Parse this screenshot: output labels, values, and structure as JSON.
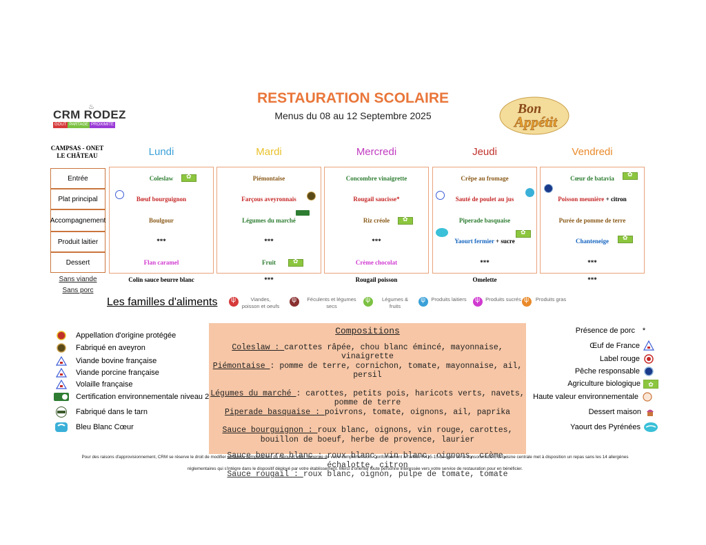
{
  "header": {
    "title": "RESTAURATION SCOLAIRE",
    "subtitle": "Menus du 08 au 12 Septembre 2025",
    "logo_name": "CRM RODEZ",
    "logo_tagline": [
      "GOÛT",
      "PARTAGE",
      "PROXIMITÉ"
    ],
    "bon_appetit": [
      "Bon",
      "Appétit"
    ]
  },
  "site": "CAMPSAS - ONET LE CHÂTEAU",
  "days": [
    "Lundi",
    "Mardi",
    "Mercredi",
    "Jeudi",
    "Vendredi"
  ],
  "day_colors": [
    "#3aa0d8",
    "#e9c12a",
    "#c03ac0",
    "#c0302a",
    "#e98a2a"
  ],
  "rows": [
    "Entrée",
    "Plat principal",
    "Accompagnement",
    "Produit laitier",
    "Dessert"
  ],
  "menu": {
    "lundi": {
      "entree": "Coleslaw",
      "plat": "Bœuf bourguignon",
      "accomp": "Boulgour",
      "laitier": "***",
      "dessert": "Flan caramel"
    },
    "mardi": {
      "entree": "Piémontaise",
      "plat": "Farçous aveyronnais",
      "accomp": "Légumes du marché",
      "laitier": "***",
      "dessert": "Fruit"
    },
    "mercredi": {
      "entree": "Concombre vinaigrette",
      "plat": "Rougail saucisse*",
      "accomp": "Riz créole",
      "laitier": "***",
      "dessert": "Crème chocolat"
    },
    "jeudi": {
      "entree": "Crêpe au fromage",
      "plat": "Sauté de poulet au jus",
      "accomp": "Piperade basquaise",
      "laitier_main": "Yaourt fermier",
      "laitier_suffix": " + sucre",
      "dessert": "***"
    },
    "vendredi": {
      "entree": "Cœur de batavia",
      "plat_main": "Poisson meunière",
      "plat_suffix": " + citron",
      "accomp": "Purée de pomme de terre",
      "laitier": "Chanteneige",
      "dessert": "***"
    }
  },
  "sans_viande": {
    "label": "Sans viande",
    "values": [
      "Colin sauce beurre blanc",
      "***",
      "Rougail poisson",
      "Omelette",
      "***"
    ]
  },
  "sans_porc": {
    "label": "Sans porc"
  },
  "familles": {
    "title": "Les familles d'aliments",
    "items": [
      {
        "label": "Viandes, poisson et oeufs",
        "color": "#d63a3a"
      },
      {
        "label": "Féculents et légumes secs",
        "color": "#8a3030"
      },
      {
        "label": "Légumes & fruits",
        "color": "#7cc142"
      },
      {
        "label": "Produits laitiers",
        "color": "#3aa0d8"
      },
      {
        "label": "Produits sucrés",
        "color": "#d03ad0"
      },
      {
        "label": "Produits gras",
        "color": "#e98a2a"
      }
    ]
  },
  "legend_left": [
    {
      "label": "Appellation d'origine protégée",
      "icon": "aop-icon"
    },
    {
      "label": "Fabriqué en aveyron",
      "icon": "aveyron-icon"
    },
    {
      "label": "Viande bovine française",
      "icon": "vbf-icon"
    },
    {
      "label": "Viande porcine française",
      "icon": "vpf-icon"
    },
    {
      "label": "Volaille française",
      "icon": "volaille-icon"
    },
    {
      "label": "Certification environnementale niveau 2",
      "icon": "hve2-icon"
    },
    {
      "label": "Fabriqué dans le tarn",
      "icon": "tarn-icon"
    },
    {
      "label": "Bleu Blanc Cœur",
      "icon": "bleu-blanc-coeur-icon"
    }
  ],
  "legend_right": [
    {
      "label": "Présence de porc",
      "icon": "star-icon",
      "symbol": "*"
    },
    {
      "label": "Œuf de France",
      "icon": "oeuf-france-icon"
    },
    {
      "label": "Label rouge",
      "icon": "label-rouge-icon"
    },
    {
      "label": "Pêche responsable",
      "icon": "peche-icon"
    },
    {
      "label": "Agriculture biologique",
      "icon": "bio-icon"
    },
    {
      "label": "Haute valeur environnementale",
      "icon": "hve-icon"
    },
    {
      "label": "Dessert maison",
      "icon": "cupcake-icon"
    },
    {
      "label": "Yaourt des Pyrénées",
      "icon": "yaourt-icon"
    }
  ],
  "compositions": {
    "title": "Compositions",
    "items": [
      {
        "name": "Coleslaw : ",
        "text": "carottes râpée, chou blanc émincé, mayonnaise, vinaigrette"
      },
      {
        "name": "Piémontaise ",
        "text": ": pomme de terre, cornichon, tomate, mayonnaise, ail, persil"
      },
      {
        "name": "Légumes du marché ",
        "text": ": carottes, petits pois, haricots verts, navets, pomme de terre"
      },
      {
        "name": "Piperade basquaise : ",
        "text": "poivrons, tomate, oignons, ail, paprika"
      },
      {
        "name": "Sauce bourguignon : ",
        "text": "roux blanc, oignons, vin rouge, carottes, bouillon de boeuf, herbe de provence, laurier"
      },
      {
        "name": "Sauce beurre blanc : ",
        "text": "roux blanc, vin blanc, oignons, crème, échalotte, citron"
      },
      {
        "name": "Sauce rougail : ",
        "text": "roux blanc, oignon, pulpe de tomate, tomate"
      }
    ]
  },
  "footer": {
    "line1": "Pour des raisons d'approvisionnement, CRM se réserve le droit de modifier certaines composantes du menu et vous remercie de votre compréhension. Conformément à l'article R415-15 du code de la consommation, la cuisine centrale met à disposition un repas sans les 14 allergènes",
    "line2": "réglementaires qui s'intègre dans le dispositif déployé par votre établissement. Merci d'orienter toute personne intéressée vers votre service de restauration pour en bénéficier."
  }
}
